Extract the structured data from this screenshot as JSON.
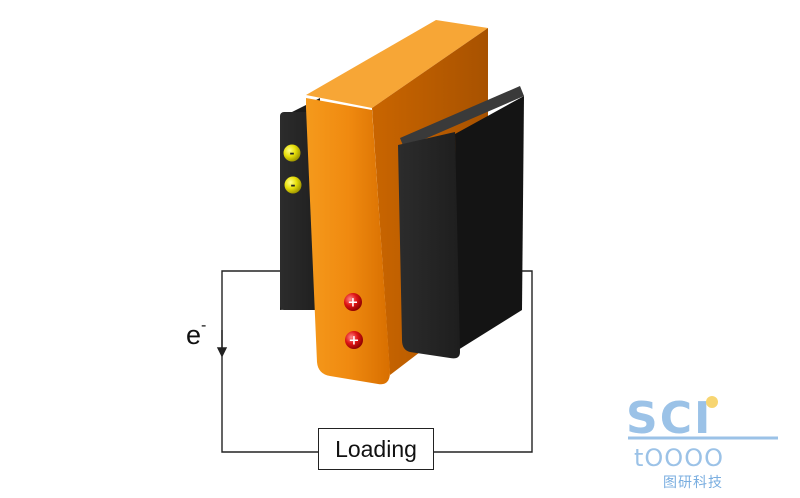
{
  "load": {
    "label": "Loading"
  },
  "electron": {
    "symbol": "e",
    "charge": "-"
  },
  "electrode_charges": {
    "negative": "-",
    "positive": "+"
  },
  "watermark": {
    "logo": "SCI",
    "sublogo": "tOOOO",
    "text": "图研科技"
  },
  "colors": {
    "orange": "#f08a10",
    "black": "#262626",
    "yellow": "#e8e00a",
    "red": "#e01515",
    "watermark": "#7aaee0"
  }
}
